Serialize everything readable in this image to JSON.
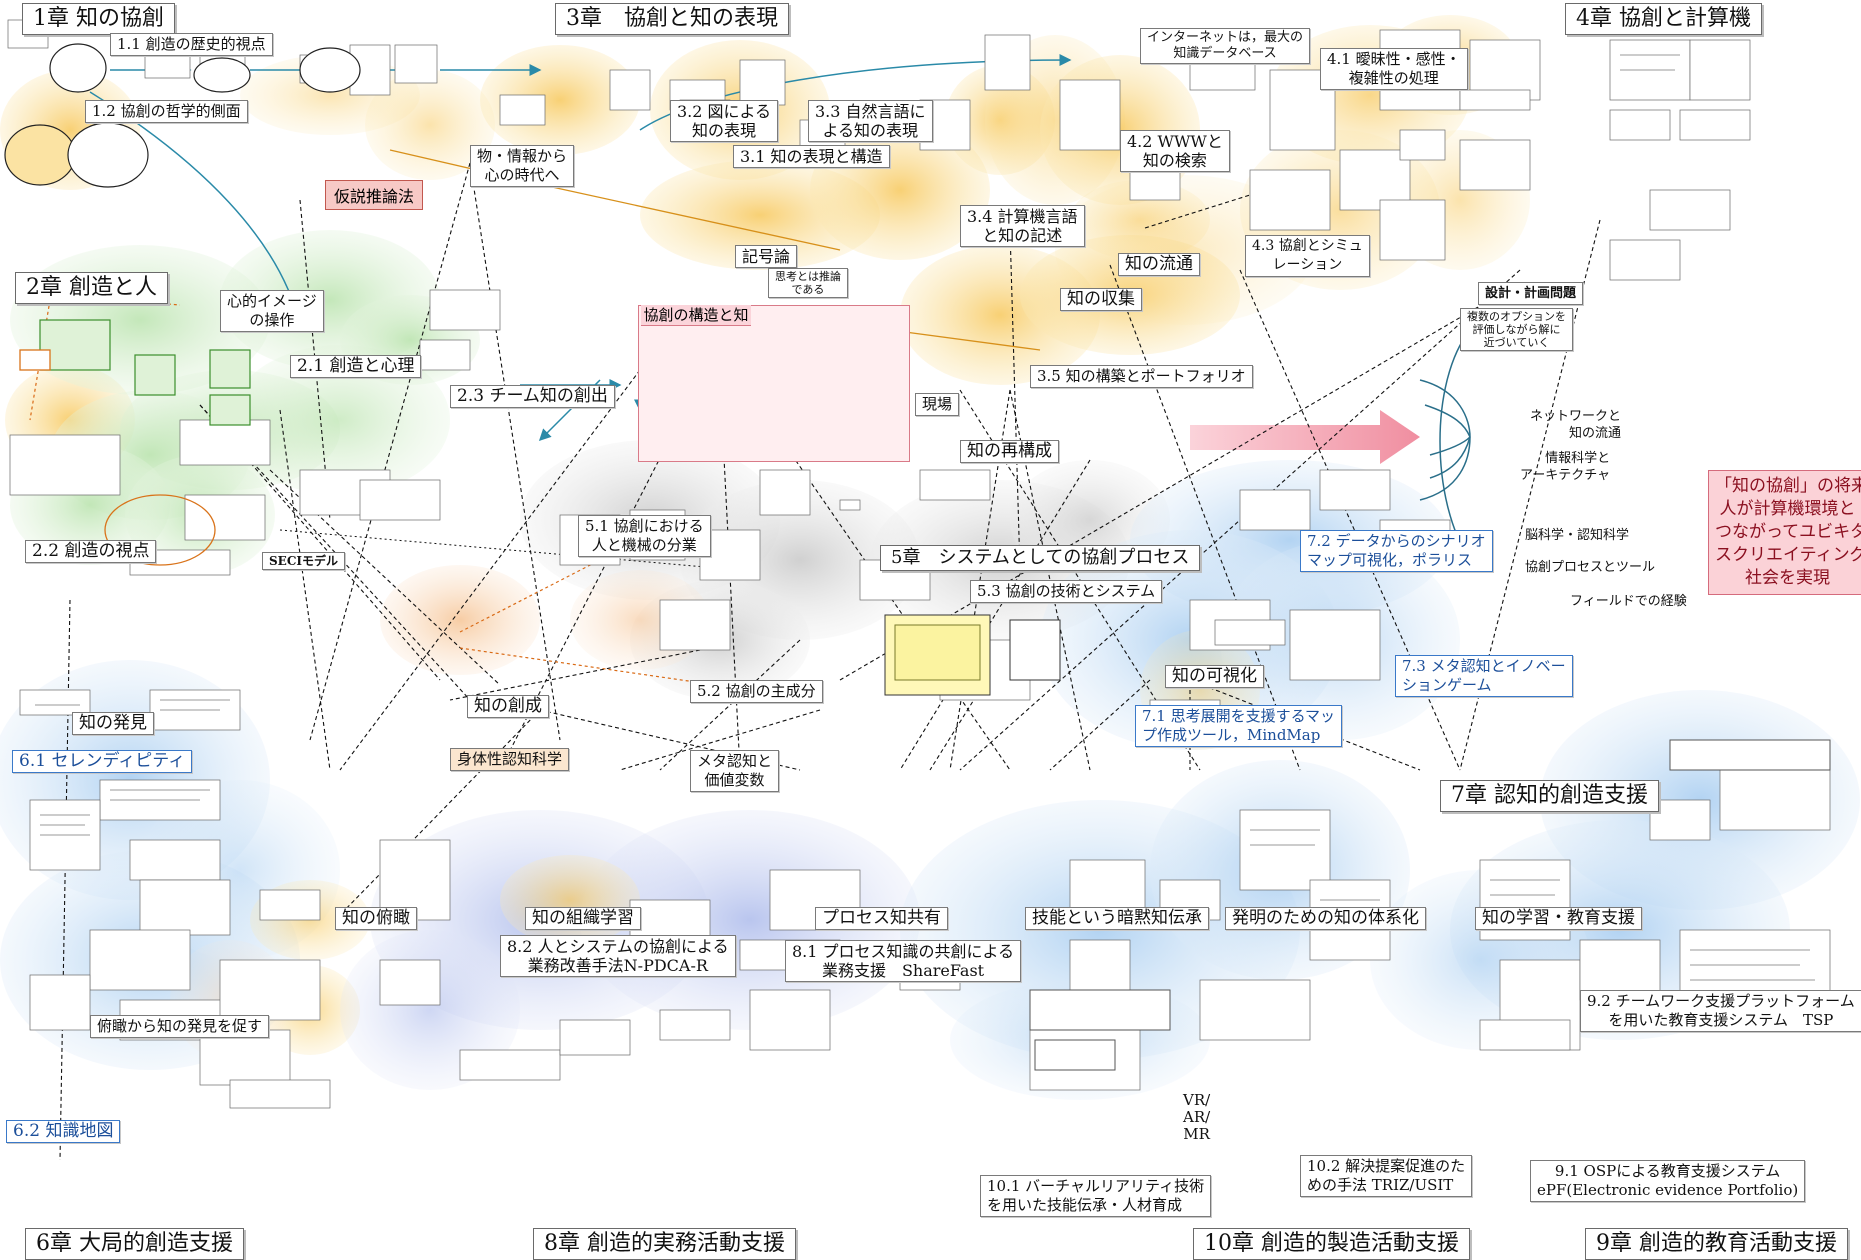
{
  "chapters": {
    "ch1": "1章 知の協創",
    "ch2": "2章 創造と人",
    "ch3": "3章　協創と知の表現",
    "ch4": "4章 協創と計算機",
    "ch5": "5章　システムとしての協創プロセス",
    "ch6": "6章 大局的創造支援",
    "ch7": "7章 認知的創造支援",
    "ch8": "8章 創造的実務活動支援",
    "ch9": "9章 創造的教育活動支援",
    "ch10": "10章 創造的製造活動支援"
  },
  "sections": {
    "s1_1": "1.1 創造の歴史的視点",
    "s1_2": "1.2 協創の哲学的側面",
    "s2_1": "2.1 創造と心理",
    "s2_2": "2.2 創造の視点",
    "s2_3": "2.3 チーム知の創出",
    "s3_1": "3.1 知の表現と構造",
    "s3_2": "3.2 図による\n知の表現",
    "s3_3": "3.3 自然言語に\nよる知の表現",
    "s3_4": "3.4 計算機言語\nと知の記述",
    "s3_5": "3.5 知の構築とポートフォリオ",
    "s4_1": "4.1 曖昧性・感性・\n複雑性の処理",
    "s4_2": "4.2 WWWと\n知の検索",
    "s4_3": "4.3 協創とシミュ\nレーション",
    "s5_1": "5.1 協創における\n人と機械の分業",
    "s5_2": "5.2 協創の主成分",
    "s5_3": "5.3 協創の技術とシステム",
    "s6_1": "6.1 セレンディピティ",
    "s6_2": "6.2 知識地図",
    "s7_1": "7.1 思考展開を支援するマッ\nプ作成ツール，MindMap",
    "s7_2": "7.2 データからのシナリオ\nマップ可視化，ポラリス",
    "s7_3": "7.3 メタ認知とイノベー\nションゲーム",
    "s8_1": "8.1 プロセス知識の共創による\n業務支援　ShareFast",
    "s8_2": "8.2 人とシステムの協創による\n業務改善手法N-PDCA-R",
    "s9_1": "9.1 OSPによる教育支援システム\nePF(Electronic evidence Portfolio)",
    "s9_2": "9.2 チームワーク支援プラットフォーム\nを用いた教育支援システム　TSP",
    "s10_1": "10.1 バーチャルリアリティ技術\nを用いた技能伝承・人材育成",
    "s10_2": "10.2 解決提案促進のた\nめの手法 TRIZ/USIT"
  },
  "keywords": {
    "shinteki_image": "心的イメージ\nの操作",
    "shitsu_no_hyougen": "物・情報から\n心の時代へ",
    "kasetsu": "仮説推論法",
    "kigouron": "記号論",
    "kigouron_sub": "思考とは推論\nである",
    "internet": "インターネットは，最大の\n知識データベース",
    "chi_no_ryuutsuu": "知の流通",
    "chi_no_shuushuu": "知の収集",
    "chi_no_saikousei": "知の再構成",
    "chi_no_kashika": "知の可視化",
    "chi_no_sousei": "知の創成",
    "chi_no_hakken": "知の発見",
    "chi_no_fukan": "知の俯瞰",
    "soshiki_gakushuu": "知の組織学習",
    "process_kyouyuu": "プロセス知共有",
    "ginou": "技能という暗黙知伝承",
    "hatsumei": "発明のための知の体系化",
    "gakushuu": "知の学習・教育支援",
    "meta_ninchi": "メタ認知と\n価値変数",
    "shintai": "身体性認知科学",
    "secimodel": "SECIモデル",
    "fukan_hakken": "俯瞰から知の発見を促す",
    "genba": "現場",
    "sekkei": "設計・計画問題",
    "sekkei_sub": "複数のオプションを\n評価しながら解に\n近づいていく",
    "vr": "VR/\nAR/\nMR",
    "kyousou_kouzou": "協創の構造と知"
  },
  "goal": {
    "text": "「知の協創」の将来\n人が計算機環境と\nつながってユビキタ\nスクリエイティング\n社会を実現",
    "sources": [
      "ネットワークと\n知の流通",
      "情報科学と\nアーキテクチャ",
      "脳科学・認知科学",
      "協創プロセスとツール",
      "フィールドでの経験"
    ]
  },
  "colors": {
    "ch1_blob": "#f6dca0",
    "ch2_blob": "#cfe9c4",
    "ch3_blob": "#f7d58a",
    "ch4_blob": "#fbeaa6",
    "ch5_blob": "#d9d9d9",
    "ch6_blob": "#cfe0f3",
    "ch7_blob": "#c4ddf5",
    "ch8_blob": "#c9d3f0",
    "ch9_blob": "#c7e3f6",
    "ch10_blob": "#c9e2f7",
    "goal_arrow": "#f4a7b5",
    "accent_pink": "#fbd2d7"
  }
}
